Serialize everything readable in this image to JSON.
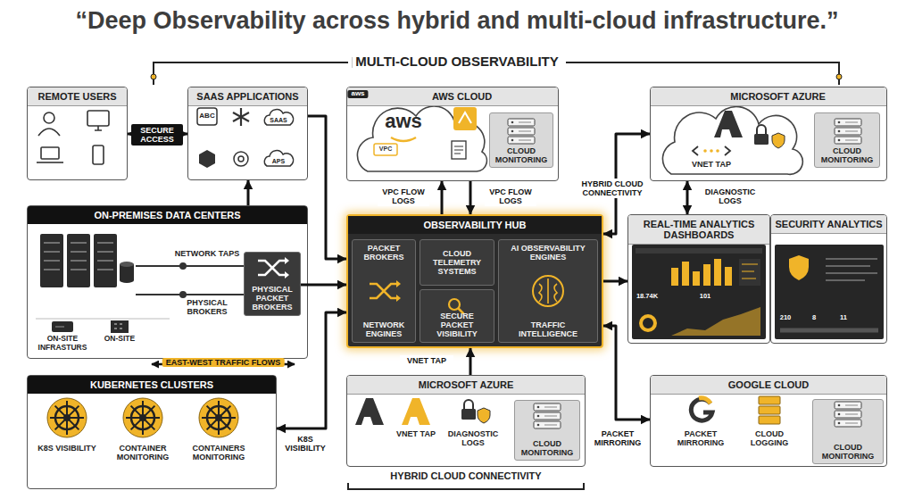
{
  "diagram": {
    "title": "“Deep Observability across hybrid and multi-cloud infrastructure.”",
    "nodes": [
      {
        "text": [
          "REMOTE USERS"
        ]
      },
      {
        "text": [
          "SAAS APPLICATIONS"
        ]
      },
      {
        "text": [
          "AWS CLOUD"
        ]
      },
      {
        "text": [
          "CLOUD MONITORING"
        ],
        "in": 2
      },
      {
        "text": [
          "MICROSOFT AZURE"
        ]
      },
      {
        "text": [
          "CLOUD MONITORING"
        ],
        "in": 4
      },
      {
        "text": [
          "ON-PREMISES DATA CENTERS"
        ]
      },
      {
        "text": [
          "PHYSICAL PACKET BROKERS"
        ],
        "in": 6
      },
      {
        "text": [
          "OBSERVABILITY HUB"
        ]
      },
      {
        "text": [
          "PACKET BROKERS",
          "NETWORK ENGINES"
        ],
        "in": 8
      },
      {
        "text": [
          "CLOUD TELEMETRY SYSTEMS"
        ],
        "in": 8
      },
      {
        "text": [
          "SECURE PACKET VISIBILITY"
        ],
        "in": 8
      },
      {
        "text": [
          "AI OBSERVABILITY ENGINES",
          "TRAFFIC INTELLIGENCE"
        ],
        "in": 8
      },
      {
        "text": [
          "REAL-TIME ANALYTICS DASHBOARDS"
        ]
      },
      {
        "text": [
          "SECURITY ANALYTICS"
        ]
      },
      {
        "text": [
          "KUBERNETES CLUSTERS"
        ]
      },
      {
        "text": [
          "MICROSOFT AZURE"
        ]
      },
      {
        "text": [
          "CLOUD MONITORING"
        ],
        "in": 16
      },
      {
        "text": [
          "GOOGLE CLOUD"
        ]
      },
      {
        "text": [
          "CLOUD MONITORING"
        ],
        "in": 18
      }
    ],
    "edges": [
      {
        "from": 0,
        "to": 1,
        "arrow": "both",
        "label": "SECURE ACCESS"
      },
      {
        "from": 6,
        "to": 1,
        "arrow": "to"
      },
      {
        "from": 1,
        "to": 8,
        "arrow": "to"
      },
      {
        "from": 7,
        "to": 8,
        "arrow": "to"
      },
      {
        "from": 15,
        "to": 8,
        "arrow": "both",
        "label": "K8S VISIBILITY"
      },
      {
        "from": 8,
        "to": 2,
        "arrow": "to",
        "label": "VPC FLOW LOGS"
      },
      {
        "from": 2,
        "to": 8,
        "arrow": "to",
        "label": "VPC FLOW LOGS"
      },
      {
        "from": 8,
        "to": 4,
        "arrow": "both",
        "label": "HYBRID CLOUD CONNECTIVITY"
      },
      {
        "from": 4,
        "to": 13,
        "arrow": "both",
        "label": "DIAGNOSTIC LOGS"
      },
      {
        "from": 8,
        "to": 13,
        "arrow": "to"
      },
      {
        "from": 16,
        "to": 8,
        "arrow": "to",
        "label": "VNET TAP"
      },
      {
        "from": 8,
        "to": 18,
        "arrow": "both",
        "label": "PACKET MIRRORING"
      }
    ],
    "labels": [
      "MULTI-CLOUD OBSERVABILITY",
      "ABC",
      "SAAS",
      "APS",
      "aws",
      "aws",
      "VPC",
      "VNET TAP",
      "NETWORK TAPS",
      "PHYSICAL BROKERS",
      "ON-SITE INFRASTURS",
      "ON-SITE",
      "EAST-WEST TRAFFIC FLOWS",
      "K8S VISIBILITY",
      "CONTAINER MONITORING",
      "CONTAINERS MONITORING",
      "VNET TAP",
      "DIAGNOSTIC LOGS",
      "PACKET MIRRORING",
      "CLOUD LOGGING",
      "HYBRID CLOUD CONNECTIVITY",
      "18.74K",
      "101",
      "210",
      "8",
      "11"
    ]
  }
}
